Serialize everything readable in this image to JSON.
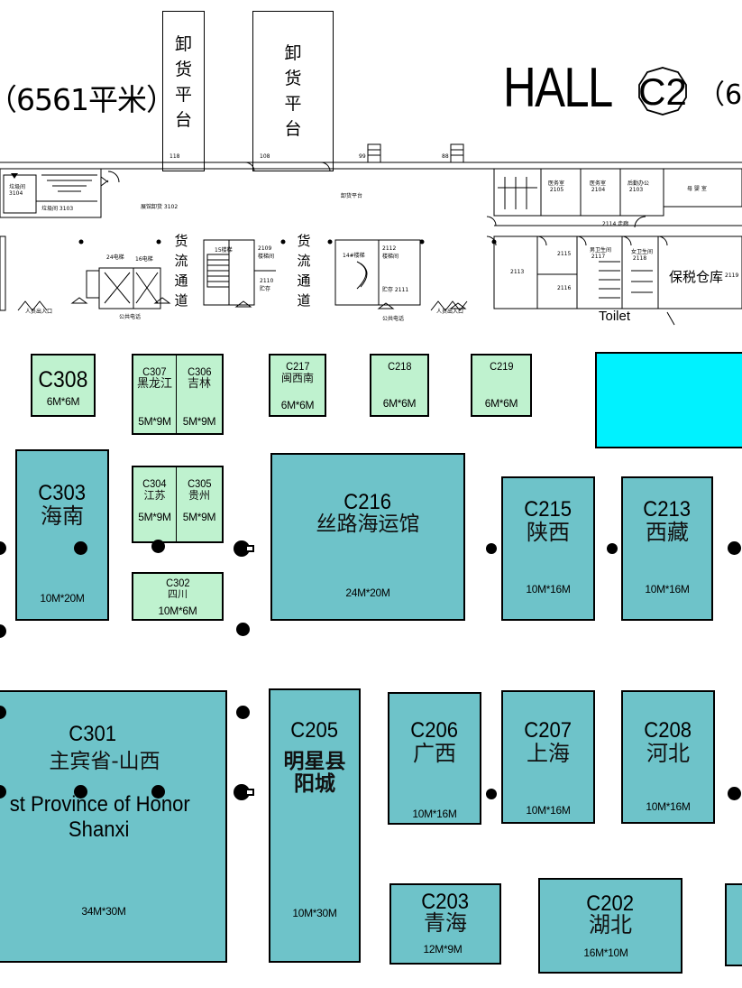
{
  "header": {
    "left_area_text": "（6561平米）",
    "hall_prefix": "HALL",
    "hall_code": "C2",
    "right_area_text": "（6"
  },
  "docks": [
    {
      "label": "卸\n货\n平\n台"
    },
    {
      "label": "卸\n货\n平\n台"
    }
  ],
  "cargo_aisles": [
    {
      "label": "货\n流\n通\n道"
    },
    {
      "label": "货\n流\n通\n道"
    }
  ],
  "service_labels": {
    "toilet": "Toilet",
    "bonded_warehouse": "保税仓库",
    "bonded_code": "2119"
  },
  "booths": [
    {
      "code": "C308",
      "name": "",
      "size": "6M*6M"
    },
    {
      "code": "C307",
      "name": "黑龙江",
      "size": "5M*9M"
    },
    {
      "code": "C306",
      "name": "吉林",
      "size": "5M*9M"
    },
    {
      "code": "C217",
      "name": "闽西南",
      "size": "6M*6M"
    },
    {
      "code": "C218",
      "name": "",
      "size": "6M*6M"
    },
    {
      "code": "C219",
      "name": "",
      "size": "6M*6M"
    },
    {
      "code": "C303",
      "name": "海南",
      "size": "10M*20M"
    },
    {
      "code": "C304",
      "name": "江苏",
      "size": "5M*9M"
    },
    {
      "code": "C305",
      "name": "贵州",
      "size": "5M*9M"
    },
    {
      "code": "C302",
      "name": "四川",
      "size": "10M*6M"
    },
    {
      "code": "C216",
      "name": "丝路海运馆",
      "size": "24M*20M"
    },
    {
      "code": "C215",
      "name": "陕西",
      "size": "10M*16M"
    },
    {
      "code": "C213",
      "name": "西藏",
      "size": "10M*16M"
    },
    {
      "code": "C301",
      "name": "主宾省-山西",
      "name_en": "st Province of Honor",
      "name_en2": "Shanxi",
      "size": "34M*30M"
    },
    {
      "code": "C205",
      "name": "明星县",
      "name2": "阳城",
      "size": "10M*30M"
    },
    {
      "code": "C206",
      "name": "广西",
      "size": "10M*16M"
    },
    {
      "code": "C207",
      "name": "上海",
      "size": "10M*16M"
    },
    {
      "code": "C208",
      "name": "河北",
      "size": "10M*16M"
    },
    {
      "code": "C203",
      "name": "青海",
      "size": "12M*9M"
    },
    {
      "code": "C202",
      "name": "湖北",
      "size": "16M*10M"
    }
  ],
  "colors": {
    "large_booth": "#6ec3c9",
    "small_booth": "#bff2cf",
    "highlight_block": "#00f2ff",
    "line": "#000000"
  }
}
